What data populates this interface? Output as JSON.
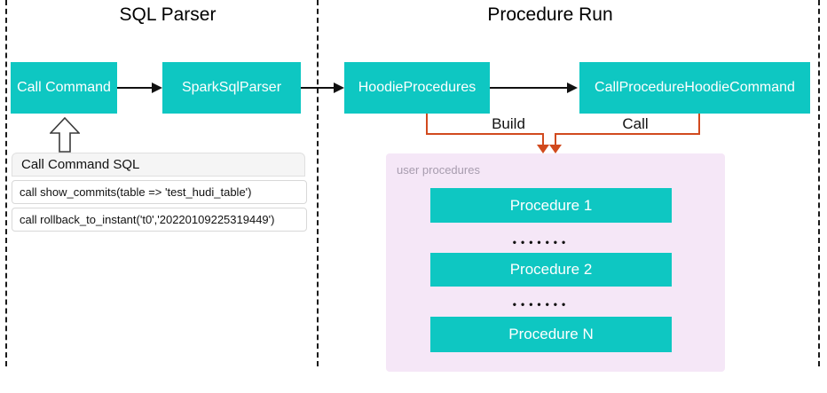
{
  "sections": {
    "left_title": "SQL Parser",
    "right_title": "Procedure Run"
  },
  "nodes": {
    "call_command": "Call Command",
    "spark_sql_parser": "SparkSqlParser",
    "hoodie_procedures": "HoodieProcedures",
    "call_procedure_hoodie_command": "CallProcedureHoodieCommand"
  },
  "edges": {
    "build_label": "Build",
    "call_label": "Call"
  },
  "sql_panel": {
    "title": "Call Command SQL",
    "rows": [
      "call show_commits(table => 'test_hudi_table')",
      "call rollback_to_instant('t0','20220109225319449')"
    ]
  },
  "user_procedures": {
    "label": "user procedures",
    "items": [
      "Procedure 1",
      "Procedure 2",
      "Procedure N"
    ],
    "dots": "•••••••"
  },
  "colors": {
    "node_teal": "#0ec7c2",
    "connector_orange": "#d14a1e",
    "panel_purple": "#f5e7f7",
    "dash_black": "#1a1a1a",
    "sql_header_gray": "#f5f5f5"
  }
}
